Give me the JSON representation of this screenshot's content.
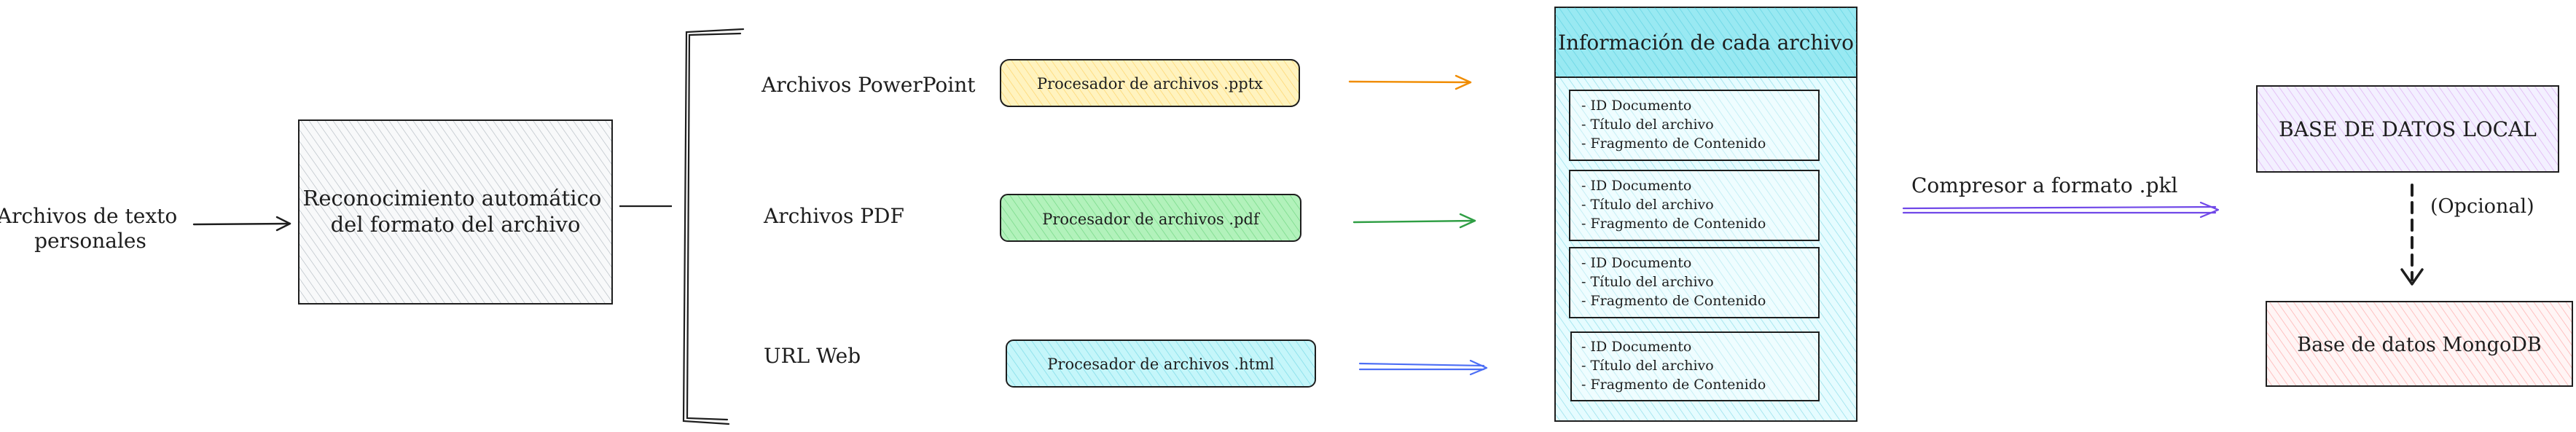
{
  "input_label": [
    "Archivos de texto",
    "personales"
  ],
  "recognizer_label": [
    "Reconocimiento automático",
    "del formato del archivo"
  ],
  "branches": [
    {
      "label": "Archivos PowerPoint",
      "processor": "Procesador de archivos .pptx",
      "fill": "#fff3bf",
      "stroke": "#e8b700",
      "arrow": "#f08c00"
    },
    {
      "label": "Archivos PDF",
      "processor": "Procesador de archivos .pdf",
      "fill": "#b2f2bb",
      "stroke": "#2f9e44",
      "arrow": "#2f9e44"
    },
    {
      "label": "URL Web",
      "processor": "Procesador de archivos .html",
      "fill": "#c5f6fa",
      "stroke": "#1e1e1e",
      "arrow": "#4c6ef5"
    }
  ],
  "info_panel": {
    "title": "Información de cada archivo",
    "fill": "#c5f6fa",
    "records": [
      [
        "- ID Documento",
        "- Título del archivo",
        "- Fragmento de Contenido"
      ],
      [
        "- ID Documento",
        "- Título del archivo",
        "- Fragmento de Contenido"
      ],
      [
        "- ID Documento",
        "- Título del archivo",
        "- Fragmento de Contenido"
      ],
      [
        "- ID Documento",
        "- Título del archivo",
        "- Fragmento de Contenido"
      ]
    ]
  },
  "compressor_label": "Compresor a formato .pkl",
  "compressor_arrow_color": "#7048e8",
  "local_db": {
    "label": "BASE DE DATOS LOCAL",
    "fill": "#e5dbff",
    "stroke": "#9c36b5"
  },
  "optional_label": "(Opcional)",
  "mongo_db": {
    "label": "Base de datos MongoDB",
    "fill": "#ffc9c9",
    "stroke": "#c92a2a"
  }
}
